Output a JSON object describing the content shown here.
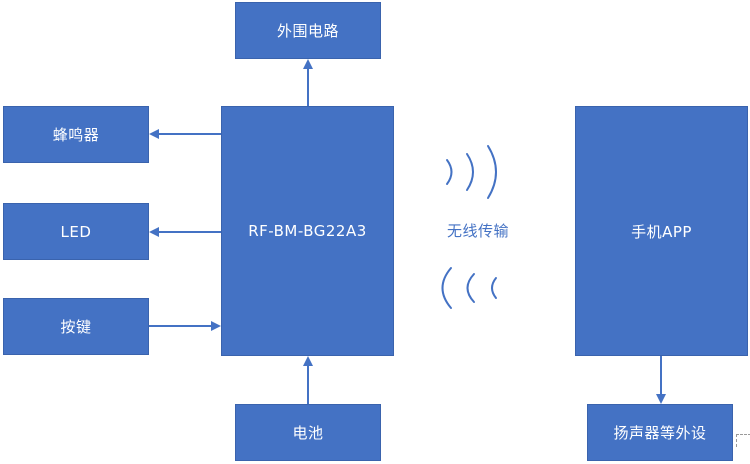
{
  "blocks": {
    "peripheral_circuit": "外围电路",
    "buzzer": "蜂鸣器",
    "led": "LED",
    "keys": "按键",
    "module": "RF-BM-BG22A3",
    "battery": "电池",
    "phone_app": "手机APP",
    "speaker": "扬声器等外设"
  },
  "wireless_label": "无线传输",
  "colors": {
    "block_fill": "#4472c4",
    "block_text": "#ffffff",
    "label_text": "#4472c4",
    "arrow": "#4472c4"
  },
  "icons": {
    "signal_out": "radio-wave-right-icon",
    "signal_in": "radio-wave-left-icon"
  }
}
